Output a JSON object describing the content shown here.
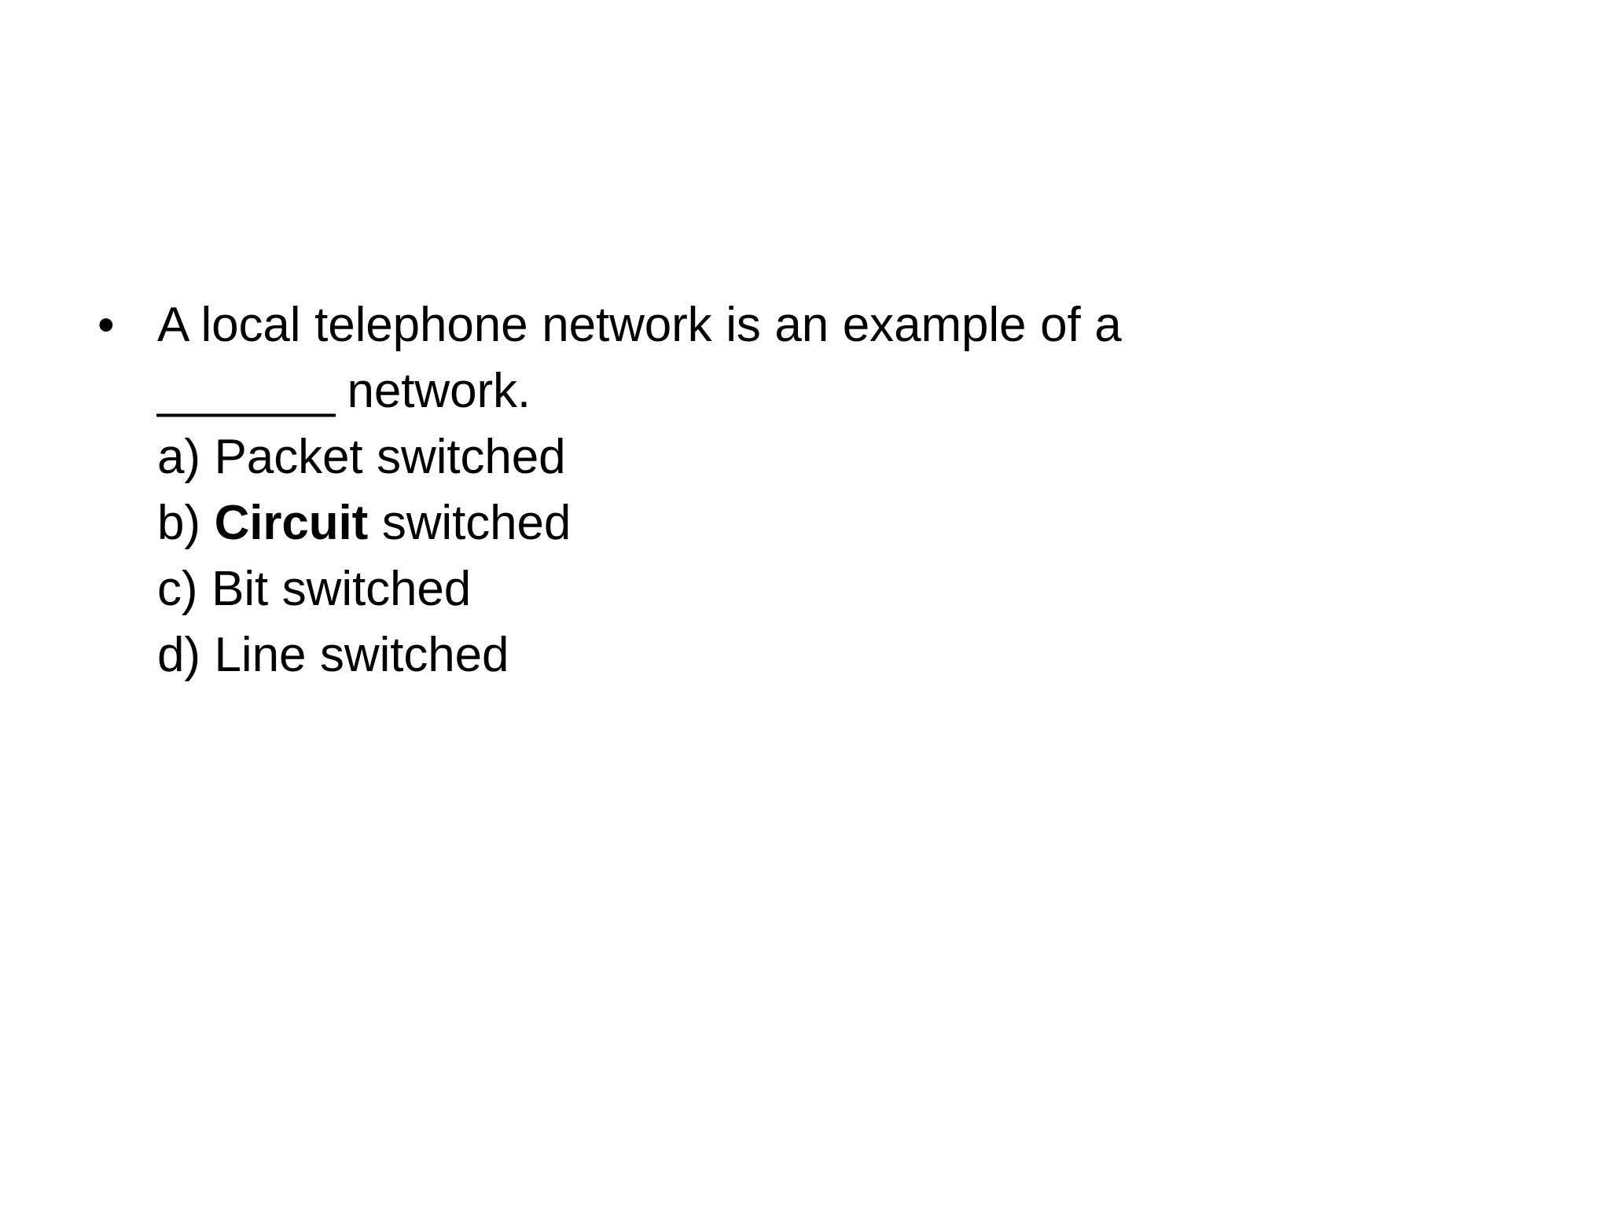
{
  "slide": {
    "background_color": "#FFFFFF",
    "text_color": "#000000",
    "bullet_marker": "•",
    "question": {
      "line1": "A local telephone network is an example of a",
      "blank": "_______",
      "line2_after_blank": " network.",
      "full_text": "A local telephone network is an example of a _______ network."
    },
    "options": [
      {
        "key": "a)",
        "prefix": "a) ",
        "emphasis": "",
        "text": "Packet switched",
        "label": "a) Packet switched",
        "bold": false
      },
      {
        "key": "b)",
        "prefix": "b) ",
        "emphasis": "Circuit",
        "text": " switched",
        "label": "b) Circuit switched",
        "bold": true
      },
      {
        "key": "c)",
        "prefix": "c) ",
        "emphasis": "",
        "text": "Bit switched",
        "label": "c) Bit switched",
        "bold": false
      },
      {
        "key": "d)",
        "prefix": "d) ",
        "emphasis": "",
        "text": "Line switched",
        "label": "d) Line switched",
        "bold": false
      }
    ]
  }
}
